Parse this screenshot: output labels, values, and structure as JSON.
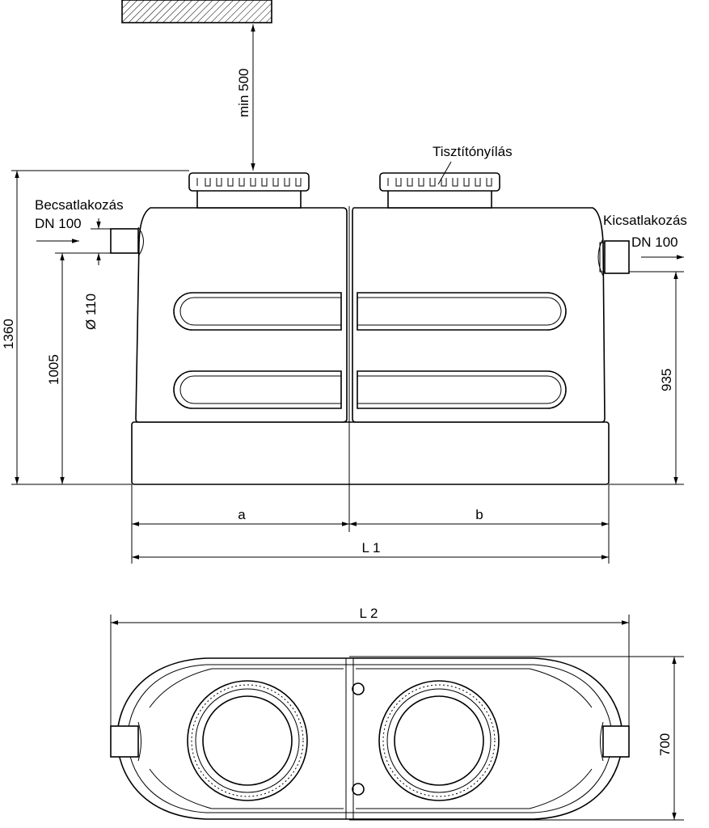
{
  "labels": {
    "min_clearance": "min 500",
    "cleaning_opening": "Tisztítónyílás",
    "inlet_title": "Becsatlakozás",
    "inlet_dn": "DN 100",
    "outlet_title": "Kicsatlakozás",
    "outlet_dn": "DN 100",
    "pipe_diameter": "Ø 110",
    "height_total": "1360",
    "height_inlet": "1005",
    "height_outlet": "935",
    "dim_a": "a",
    "dim_b": "b",
    "length_l1": "L 1",
    "length_l2": "L 2",
    "width_plan": "700"
  }
}
